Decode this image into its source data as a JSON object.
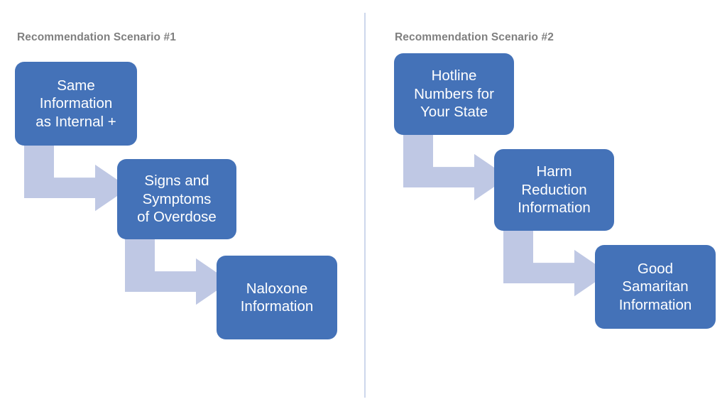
{
  "colors": {
    "box_fill": "#4472b8",
    "box_text": "#ffffff",
    "arrow_fill": "#bfc8e4",
    "title_text": "#808080",
    "divider": "#cdd7ec",
    "background": "#ffffff"
  },
  "scenarios": [
    {
      "title": "Recommendation Scenario #1",
      "steps": [
        {
          "label": "Same\nInformation\nas Internal +"
        },
        {
          "label": "Signs and\nSymptoms\nof Overdose"
        },
        {
          "label": "Naloxone\nInformation"
        }
      ],
      "connectors": [
        {
          "name": "elbow-arrow-down-right"
        },
        {
          "name": "elbow-arrow-down-right"
        }
      ]
    },
    {
      "title": "Recommendation Scenario #2",
      "steps": [
        {
          "label": "Hotline\nNumbers for\nYour State"
        },
        {
          "label": "Harm\nReduction\nInformation"
        },
        {
          "label": "Good\nSamaritan\nInformation"
        }
      ],
      "connectors": [
        {
          "name": "elbow-arrow-down-right"
        },
        {
          "name": "elbow-arrow-down-right"
        }
      ]
    }
  ]
}
